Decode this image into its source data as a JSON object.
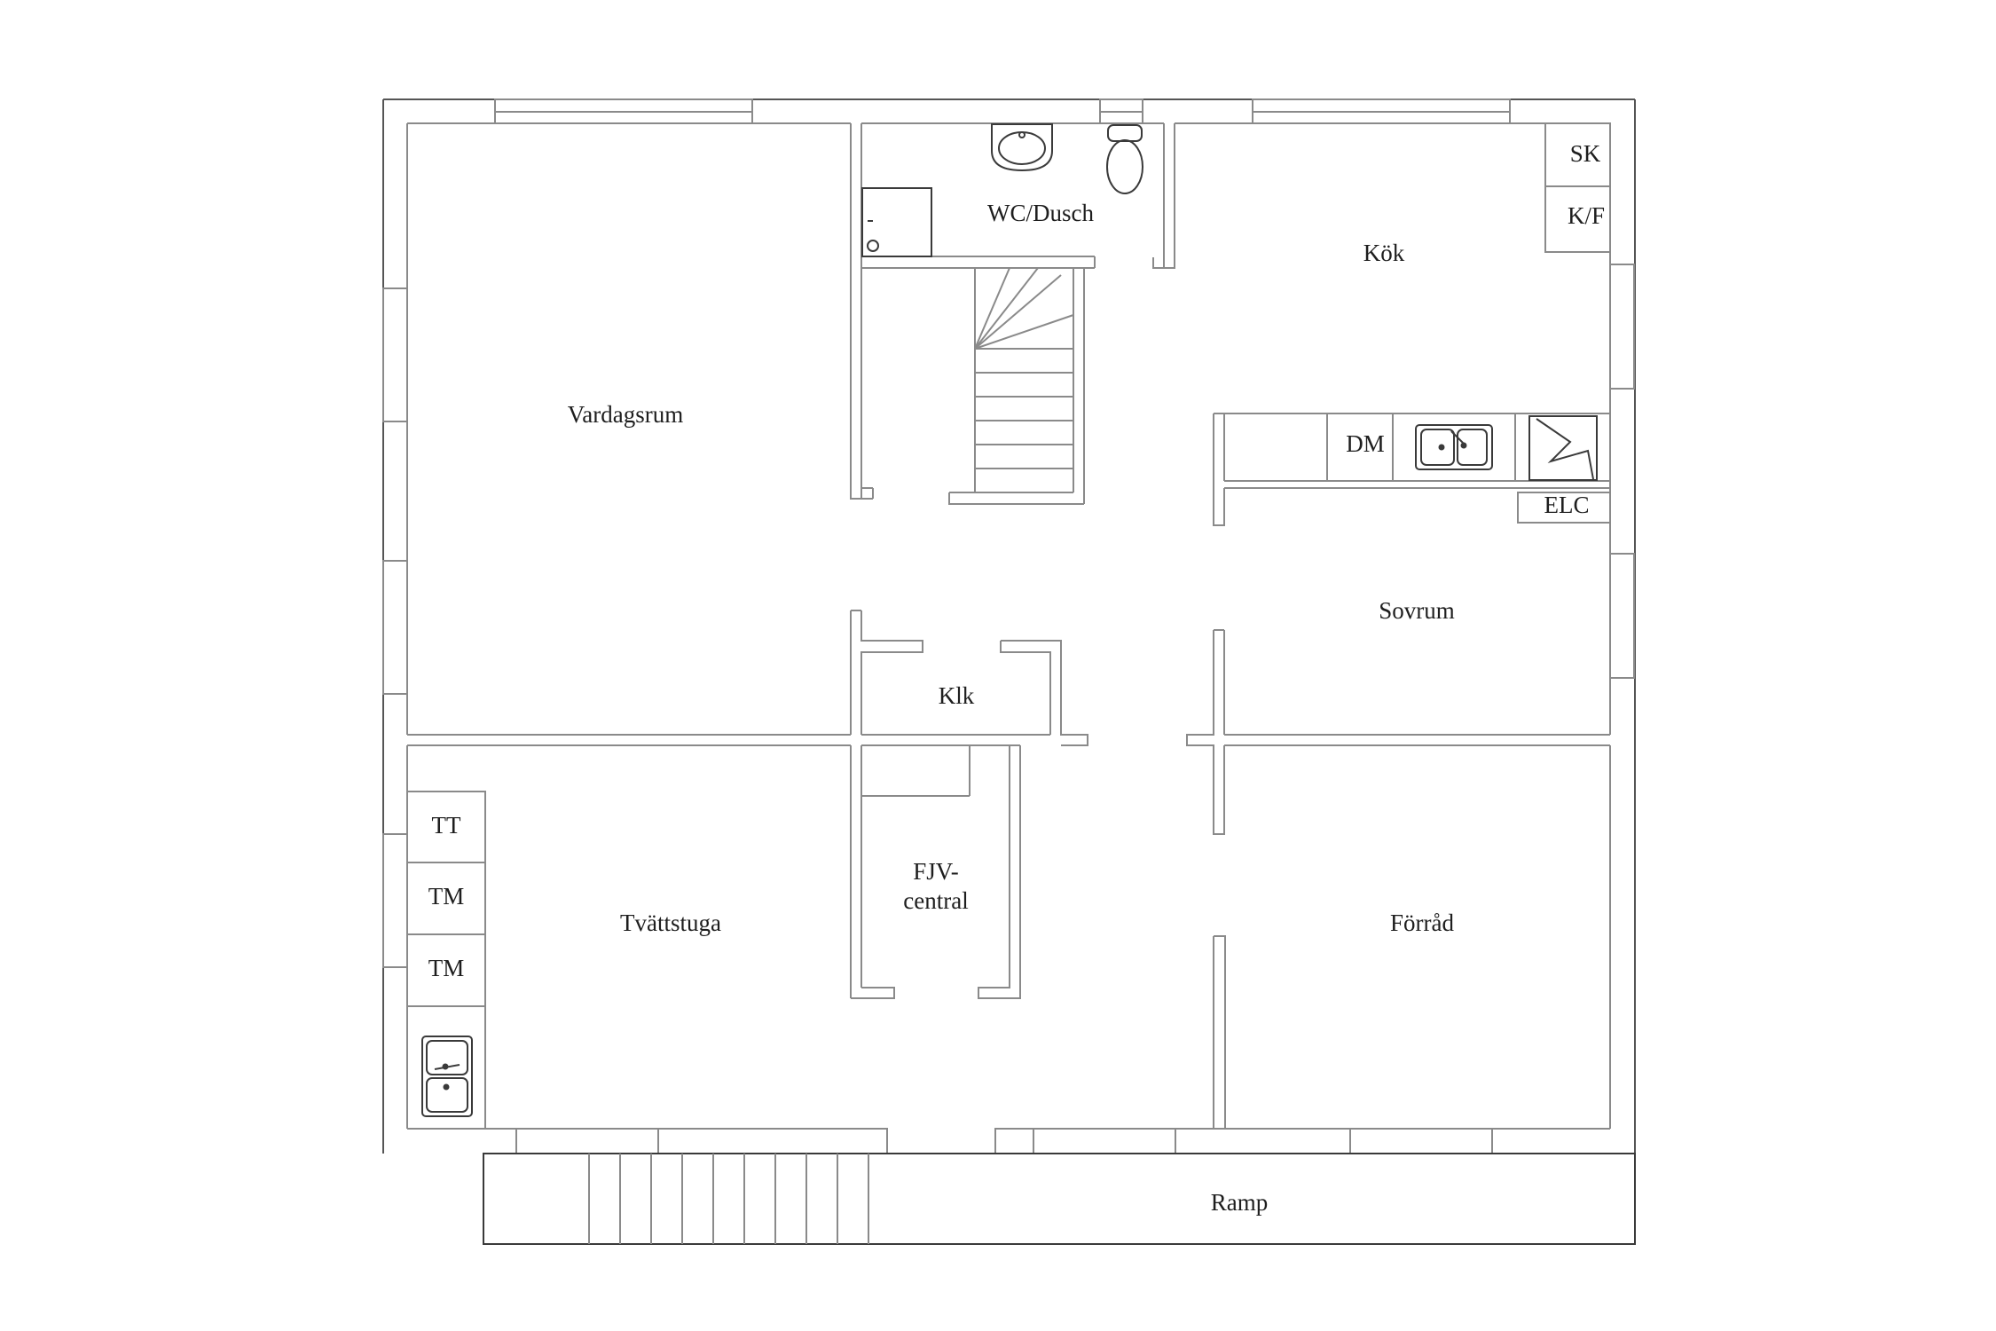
{
  "rooms": {
    "vardagsrum": "Vardagsrum",
    "wc_dusch": "WC/Dusch",
    "kok": "Kök",
    "sovrum": "Sovrum",
    "klk": "Klk",
    "tvattstuga": "Tvättstuga",
    "fjv_line1": "FJV-",
    "fjv_line2": "central",
    "forrad": "Förråd",
    "ramp": "Ramp"
  },
  "fixtures": {
    "sk": "SK",
    "kf": "K/F",
    "dm": "DM",
    "elc": "ELC",
    "tt": "TT",
    "tm1": "TM",
    "tm2": "TM"
  },
  "colors": {
    "line": "#8a8a8a",
    "dark_line": "#3a3a3a",
    "text": "#1e1e1e",
    "background": "#ffffff"
  }
}
